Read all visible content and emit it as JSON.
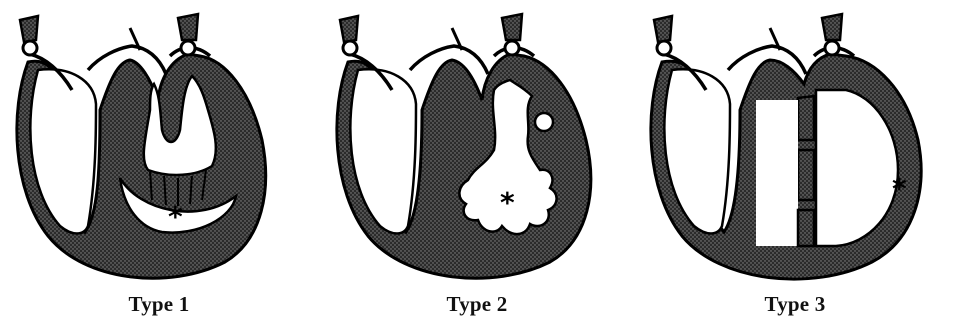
{
  "figure": {
    "panels": [
      {
        "label": "Type 1",
        "marker": "*"
      },
      {
        "label": "Type 2",
        "marker": "*"
      },
      {
        "label": "Type 3",
        "marker": "*"
      }
    ]
  },
  "colors": {
    "myocardium_fill": "#3a3a3a",
    "outline": "#000000",
    "cavity": "#ffffff",
    "text": "#111111"
  }
}
